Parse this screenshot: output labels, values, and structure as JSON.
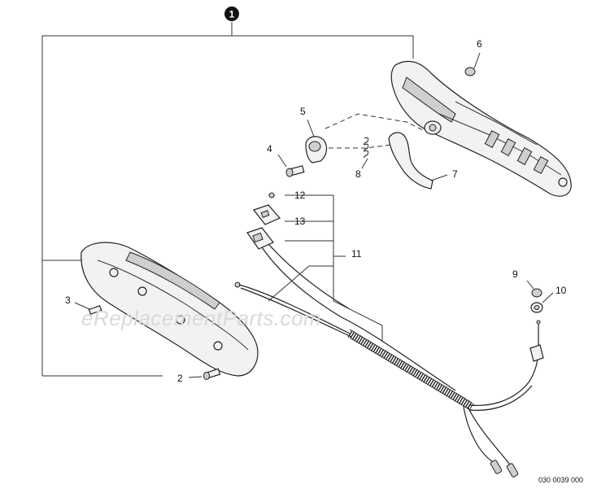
{
  "diagram": {
    "assembly_number": "1",
    "callouts": [
      "2",
      "3",
      "4",
      "5",
      "6",
      "7",
      "8",
      "9",
      "10",
      "11",
      "12",
      "13"
    ],
    "watermark": "eReplacementParts.com",
    "drawing_code": "030 0039 000"
  }
}
